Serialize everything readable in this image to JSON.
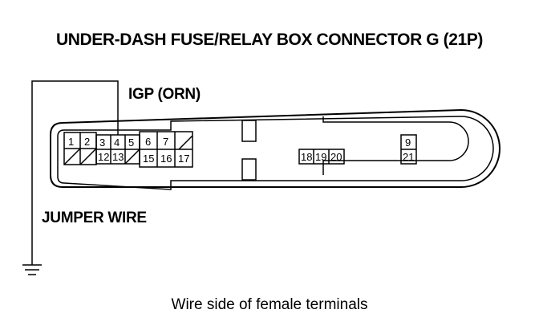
{
  "title": "UNDER-DASH FUSE/RELAY BOX CONNECTOR G (21P)",
  "wire_label": "IGP (ORN)",
  "jumper_label": "JUMPER WIRE",
  "caption": "Wire side of female terminals",
  "terminals": {
    "t1": "1",
    "t2": "2",
    "t3": "3",
    "t4": "4",
    "t5": "5",
    "t6": "6",
    "t7": "7",
    "t9": "9",
    "t12": "12",
    "t13": "13",
    "t15": "15",
    "t16": "16",
    "t17": "17",
    "t18": "18",
    "t19": "19",
    "t20": "20",
    "t21": "21"
  },
  "colors": {
    "line": "#000000",
    "background": "#ffffff"
  }
}
